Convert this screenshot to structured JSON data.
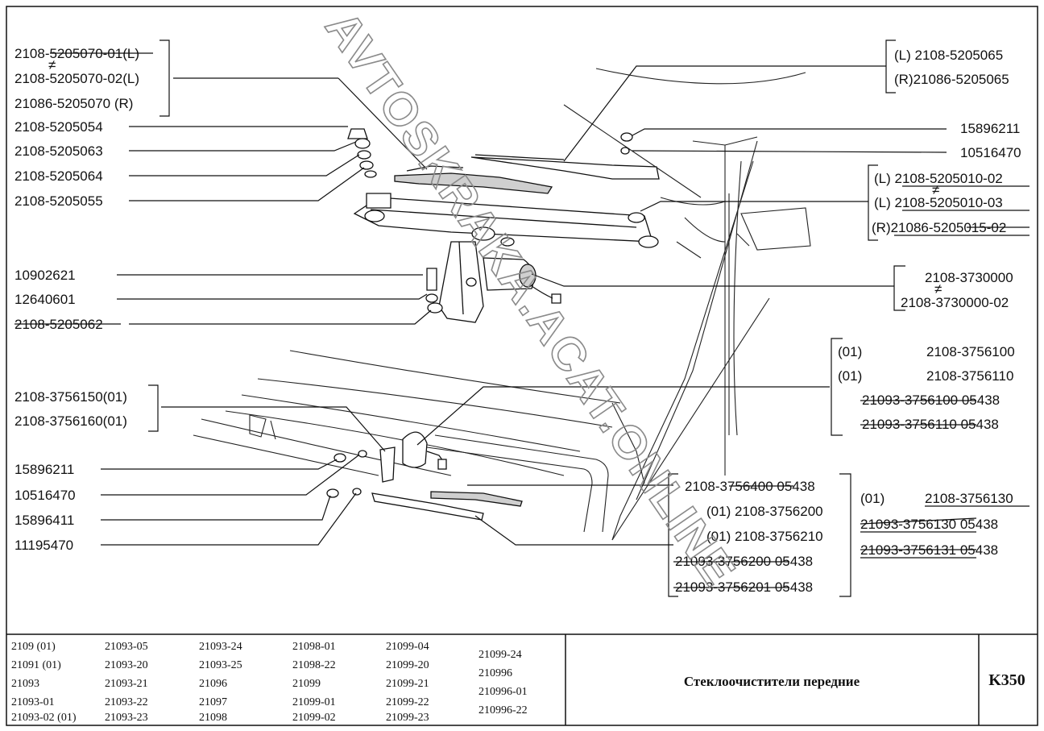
{
  "labels_left": [
    {
      "text": "2108-5205070-01(L)"
    },
    {
      "text": "2108-5205070-02(L)"
    },
    {
      "text": "21086-5205070   (R)"
    },
    {
      "text": "2108-5205054"
    },
    {
      "text": "2108-5205063"
    },
    {
      "text": "2108-5205064"
    },
    {
      "text": "2108-5205055"
    },
    {
      "text": "10902621"
    },
    {
      "text": "12640601"
    },
    {
      "text": "2108-5205062"
    },
    {
      "text": "2108-3756150(01)"
    },
    {
      "text": "2108-3756160(01)"
    },
    {
      "text": "15896211"
    },
    {
      "text": "10516470"
    },
    {
      "text": "15896411"
    },
    {
      "text": "11195470"
    }
  ],
  "labels_right": [
    {
      "text": "(L)  2108-5205065"
    },
    {
      "text": "(R)21086-5205065"
    },
    {
      "text": "15896211"
    },
    {
      "text": "10516470"
    },
    {
      "text": "(L)  2108-5205010-02"
    },
    {
      "text": "(L)  2108-5205010-03"
    },
    {
      "text": "(R)21086-5205015-02"
    },
    {
      "text": "2108-3730000"
    },
    {
      "text": "2108-3730000-02"
    },
    {
      "text": "(01)"
    },
    {
      "text": "2108-3756100"
    },
    {
      "text": "(01)"
    },
    {
      "text": "2108-3756110"
    },
    {
      "text": "21093-3756100  05438"
    },
    {
      "text": "21093-3756110  05438"
    },
    {
      "text": "2108-3756400  05438"
    },
    {
      "text": "(01) 2108-3756200"
    },
    {
      "text": "(01) 2108-3756210"
    },
    {
      "text": "21093-3756200  05438"
    },
    {
      "text": "21093-3756201  05438"
    },
    {
      "text": "(01)"
    },
    {
      "text": "2108-3756130"
    },
    {
      "text": "21093-3756130  05438"
    },
    {
      "text": "21093-3756131  05438"
    }
  ],
  "not_equal_mark": "≠",
  "models": [
    [
      "2109 (01)",
      "21091 (01)",
      "21093",
      "21093-01",
      "21093-02 (01)"
    ],
    [
      "21093-05",
      "21093-20",
      "21093-21",
      "21093-22",
      "21093-23"
    ],
    [
      "21093-24",
      "21093-25",
      "21096",
      "21097",
      "21098"
    ],
    [
      "21098-01",
      "21098-22",
      "21099",
      "21099-01",
      "21099-02"
    ],
    [
      "21099-04",
      "21099-20",
      "21099-21",
      "21099-22",
      "21099-23"
    ],
    [
      "21099-24",
      "210996",
      "210996-01",
      "210996-22"
    ]
  ],
  "title": "Стеклоочистители передние",
  "code": "K350",
  "watermark": "AVTOSKRAKA.ACAT.ONLINE"
}
